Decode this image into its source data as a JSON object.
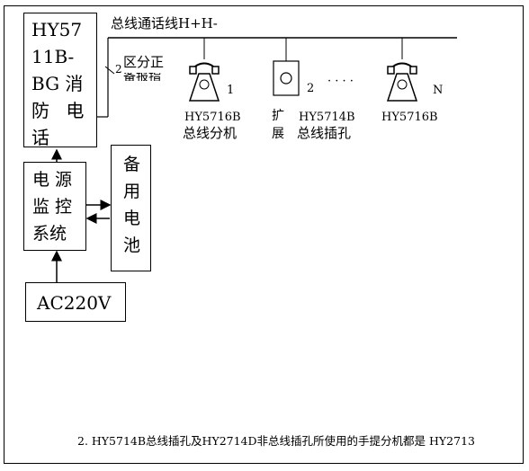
{
  "controller": {
    "lines": [
      "HY57",
      "11B-",
      "BG 消",
      "防 电",
      "话"
    ]
  },
  "bus_label": "总线通话线H+H-",
  "zone_label": "区分正",
  "zone_label_2": "备报指",
  "zone_number": "2",
  "power_monitor": {
    "lines": [
      "电 源",
      "监 控",
      "系统"
    ]
  },
  "backup_battery": {
    "lines": [
      "备",
      "用",
      "电",
      "池"
    ]
  },
  "ac_source": {
    "label": "AC220V"
  },
  "devices": [
    {
      "index": "1",
      "model": "HY5716B",
      "desc": "总线分机"
    },
    {
      "index": "2",
      "model": "HY5714B",
      "desc": "总线插孔",
      "side_note": [
        "扩",
        "展"
      ]
    },
    {
      "index": "N",
      "model": "HY5716B",
      "desc": ""
    }
  ],
  "ellipsis": "· · · ·",
  "footnote": "2. HY5714B总线插孔及HY2714D非总线插孔所使用的手提分机都是 HY2713"
}
